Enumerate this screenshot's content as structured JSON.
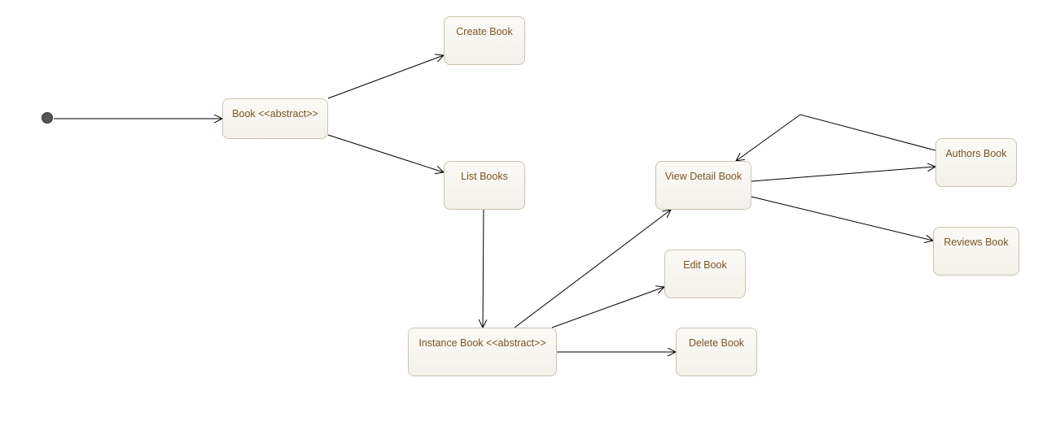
{
  "diagram": {
    "type": "state-machine",
    "colors": {
      "state_fill": "#f6f4ee",
      "state_border": "#cbc3b0",
      "state_text": "#7a5424",
      "edge": "#000000",
      "initial_node": "#555555"
    },
    "states": {
      "book": "Book <<abstract>>",
      "create": "Create Book",
      "list": "List Books",
      "instance": "Instance Book <<abstract>>",
      "view": "View Detail Book",
      "edit": "Edit Book",
      "delete": "Delete Book",
      "authors": "Authors Book",
      "reviews": "Reviews Book"
    },
    "transitions": [
      {
        "from": "initial",
        "to": "book"
      },
      {
        "from": "book",
        "to": "create"
      },
      {
        "from": "book",
        "to": "list"
      },
      {
        "from": "list",
        "to": "instance"
      },
      {
        "from": "instance",
        "to": "view"
      },
      {
        "from": "instance",
        "to": "edit"
      },
      {
        "from": "instance",
        "to": "delete"
      },
      {
        "from": "view",
        "to": "authors"
      },
      {
        "from": "view",
        "to": "reviews"
      },
      {
        "from": "authors",
        "to": "view"
      }
    ]
  }
}
